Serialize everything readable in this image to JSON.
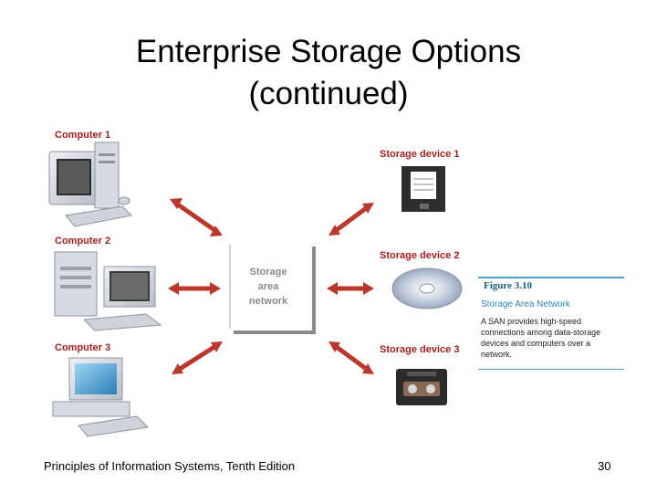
{
  "slide": {
    "title_line1": "Enterprise Storage Options",
    "title_line2": "(continued)"
  },
  "diagram": {
    "computers": [
      "Computer 1",
      "Computer 2",
      "Computer 3"
    ],
    "storage_devices": [
      "Storage device 1",
      "Storage device 2",
      "Storage device 3"
    ],
    "san_label": [
      "Storage",
      "area",
      "network"
    ],
    "arrow_color": "#b9372b",
    "label_color": "#a31f1f"
  },
  "figure": {
    "number": "Figure 3.10",
    "title": "Storage Area Network",
    "caption": "A SAN provides high-speed connections among data-storage devices and computers over a network.",
    "accent_color": "#4aa3c8"
  },
  "footer": {
    "source": "Principles of Information Systems, Tenth Edition",
    "page_number": "30"
  }
}
